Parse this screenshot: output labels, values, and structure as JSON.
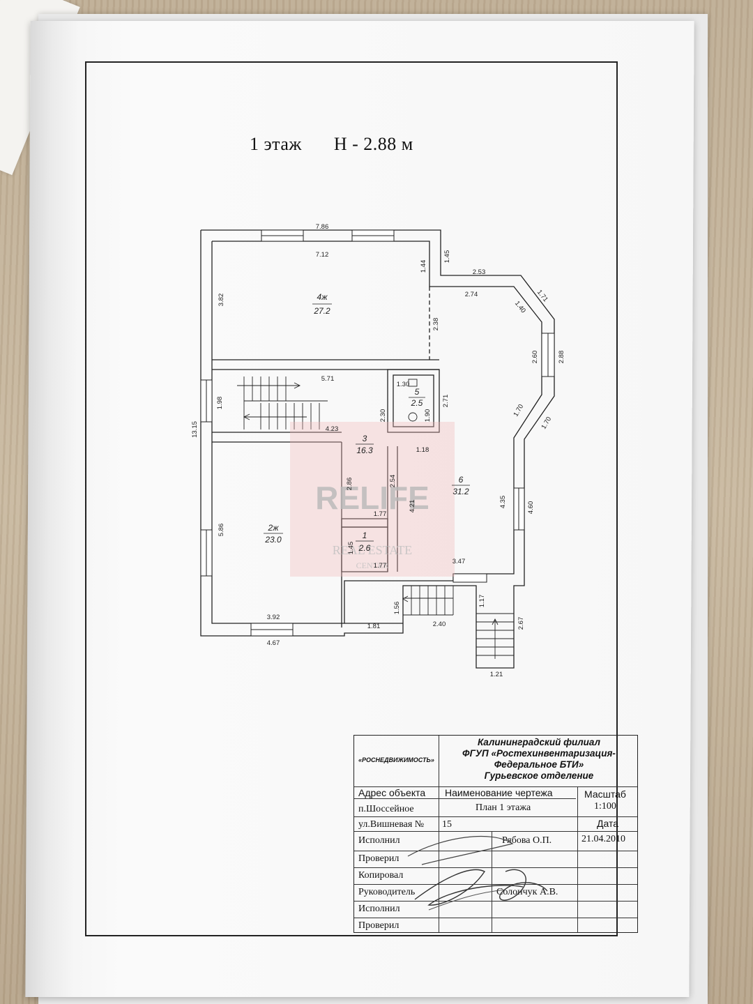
{
  "sheet": {
    "floor_label": "1 этаж",
    "height_label": "H - 2.88 м"
  },
  "plan": {
    "rooms": [
      {
        "id": "room-4",
        "number": "4ж",
        "area": "27.2"
      },
      {
        "id": "room-5",
        "number": "5",
        "area": "2.5"
      },
      {
        "id": "room-3",
        "number": "3",
        "area": "16.3"
      },
      {
        "id": "room-6",
        "number": "6",
        "area": "31.2"
      },
      {
        "id": "room-2",
        "number": "2ж",
        "area": "23.0"
      },
      {
        "id": "room-1",
        "number": "1",
        "area": "2.6"
      }
    ],
    "dimensions": [
      "7.86",
      "7.12",
      "1.45",
      "1.44",
      "2.53",
      "2.74",
      "1.71",
      "1.40",
      "3.82",
      "2.38",
      "2.60",
      "2.88",
      "5.71",
      "1.30",
      "2.71",
      "2.30",
      "1.90",
      "1.98",
      "13.15",
      "4.23",
      "1.18",
      "2.54",
      "2.86",
      "4.21",
      "1.70",
      "1.70",
      "4.35",
      "4.60",
      "1.77",
      "5.86",
      "1.45",
      "1.77",
      "3.47",
      "1.56",
      "1.17",
      "2.67",
      "3.92",
      "1.81",
      "2.40",
      "4.67",
      "1.21"
    ]
  },
  "watermark": {
    "brand": "RELIFE",
    "subtitle_1": "REAL ESTATE",
    "subtitle_2": "CENTER"
  },
  "title_block": {
    "agency": "«РОСНЕДВИЖИМОСТЬ»",
    "org_line1": "Калининградский филиал",
    "org_line2": "ФГУП «Ростехинвентаризация-",
    "org_line3": "Федеральное БТИ»",
    "org_line4": "Гурьевское отделение",
    "address_header": "Адрес объекта",
    "drawing_name_header": "Наименование чертежа",
    "scale_header": "Масштаб",
    "address_line1": "п.Шоссейное",
    "drawing_name": "План 1 этажа",
    "scale_value": "1:100",
    "address_line2": "ул.Вишневая №",
    "house_number": "15",
    "date_header": "Дата",
    "rows": [
      {
        "role": "Исполнил",
        "name": "Рябова О.П.",
        "date": "21.04.2010"
      },
      {
        "role": "Проверил",
        "name": "",
        "date": ""
      },
      {
        "role": "Копировал",
        "name": "",
        "date": ""
      },
      {
        "role": "Руководитель",
        "name": "Солончук А.В.",
        "date": ""
      },
      {
        "role": "Исполнил",
        "name": "",
        "date": ""
      },
      {
        "role": "Проверил",
        "name": "",
        "date": ""
      }
    ]
  }
}
